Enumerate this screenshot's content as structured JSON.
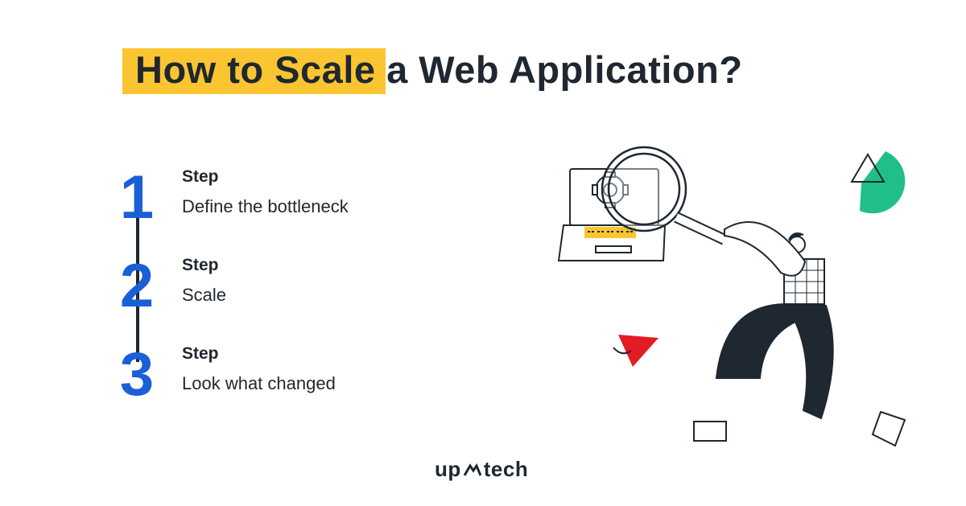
{
  "header": {
    "title": "How to Scale a Web Application?"
  },
  "steps": [
    {
      "number": "1",
      "label": "Step",
      "description": "Define the bottleneck"
    },
    {
      "number": "2",
      "label": "Step",
      "description": "Scale"
    },
    {
      "number": "3",
      "label": "Step",
      "description": "Look what changed"
    }
  ],
  "logo": {
    "left": "up",
    "right": "tech"
  },
  "colors": {
    "accent_yellow": "#fbc531",
    "step_blue": "#1a5fd6",
    "ink": "#1f2730",
    "green": "#1fbf87",
    "red": "#e31b23"
  },
  "icons": [
    "laptop-icon",
    "gear-icon",
    "magnifier-icon",
    "person-illustration",
    "triangle-shape",
    "green-circle-shape",
    "red-triangle-shape"
  ]
}
